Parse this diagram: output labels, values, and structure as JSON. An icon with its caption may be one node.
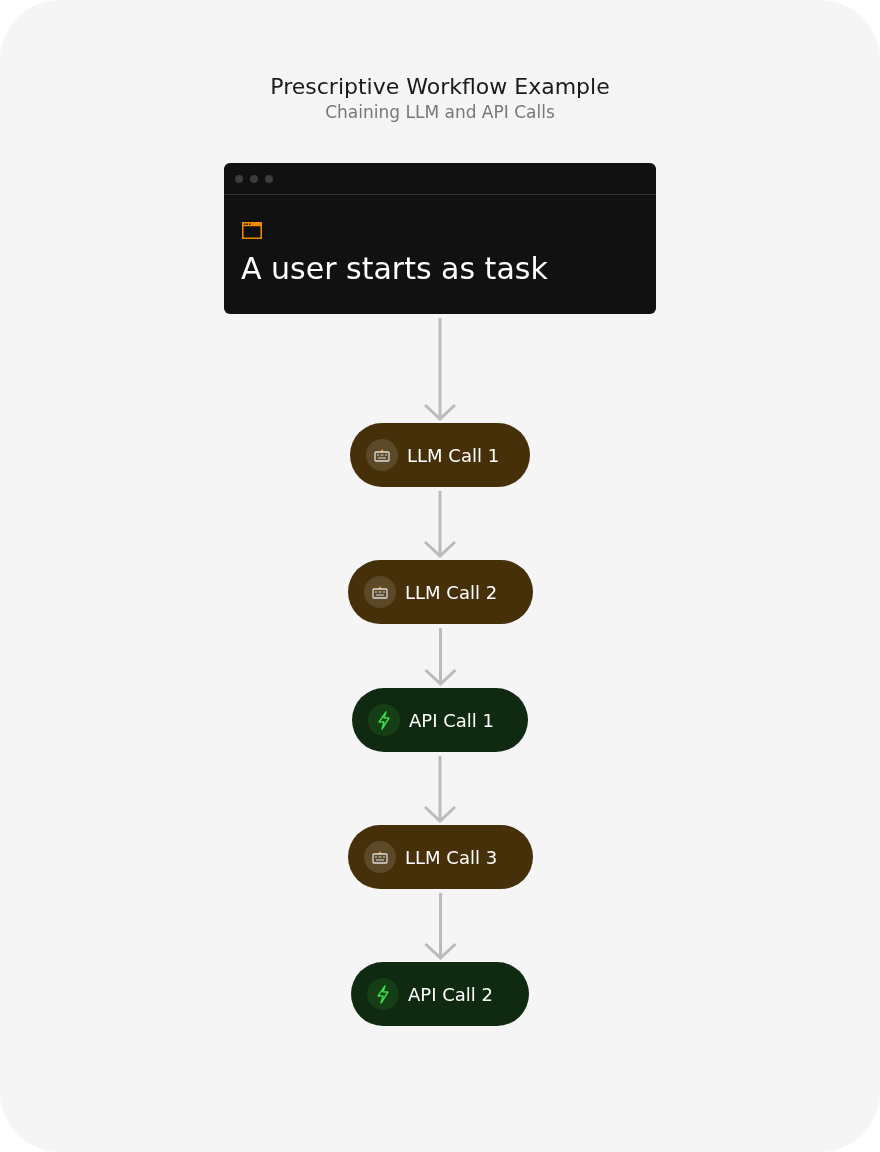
{
  "diagram": {
    "title": "Prescriptive Workflow Example",
    "nodes": [
      {
        "text": [
          "A user starts as task"
        ]
      },
      {
        "text": [
          "LLM Call 1"
        ]
      },
      {
        "text": [
          "LLM Call 2"
        ]
      },
      {
        "text": [
          "API Call 1"
        ]
      },
      {
        "text": [
          "LLM Call 3"
        ]
      },
      {
        "text": [
          "API Call 2"
        ]
      }
    ],
    "edges": [
      {
        "from": 0,
        "to": 1,
        "arrow": "to"
      },
      {
        "from": 1,
        "to": 2,
        "arrow": "to"
      },
      {
        "from": 2,
        "to": 3,
        "arrow": "to"
      },
      {
        "from": 3,
        "to": 4,
        "arrow": "to"
      },
      {
        "from": 4,
        "to": 5,
        "arrow": "to"
      }
    ],
    "labels": [
      "Chaining LLM and API Calls"
    ]
  }
}
